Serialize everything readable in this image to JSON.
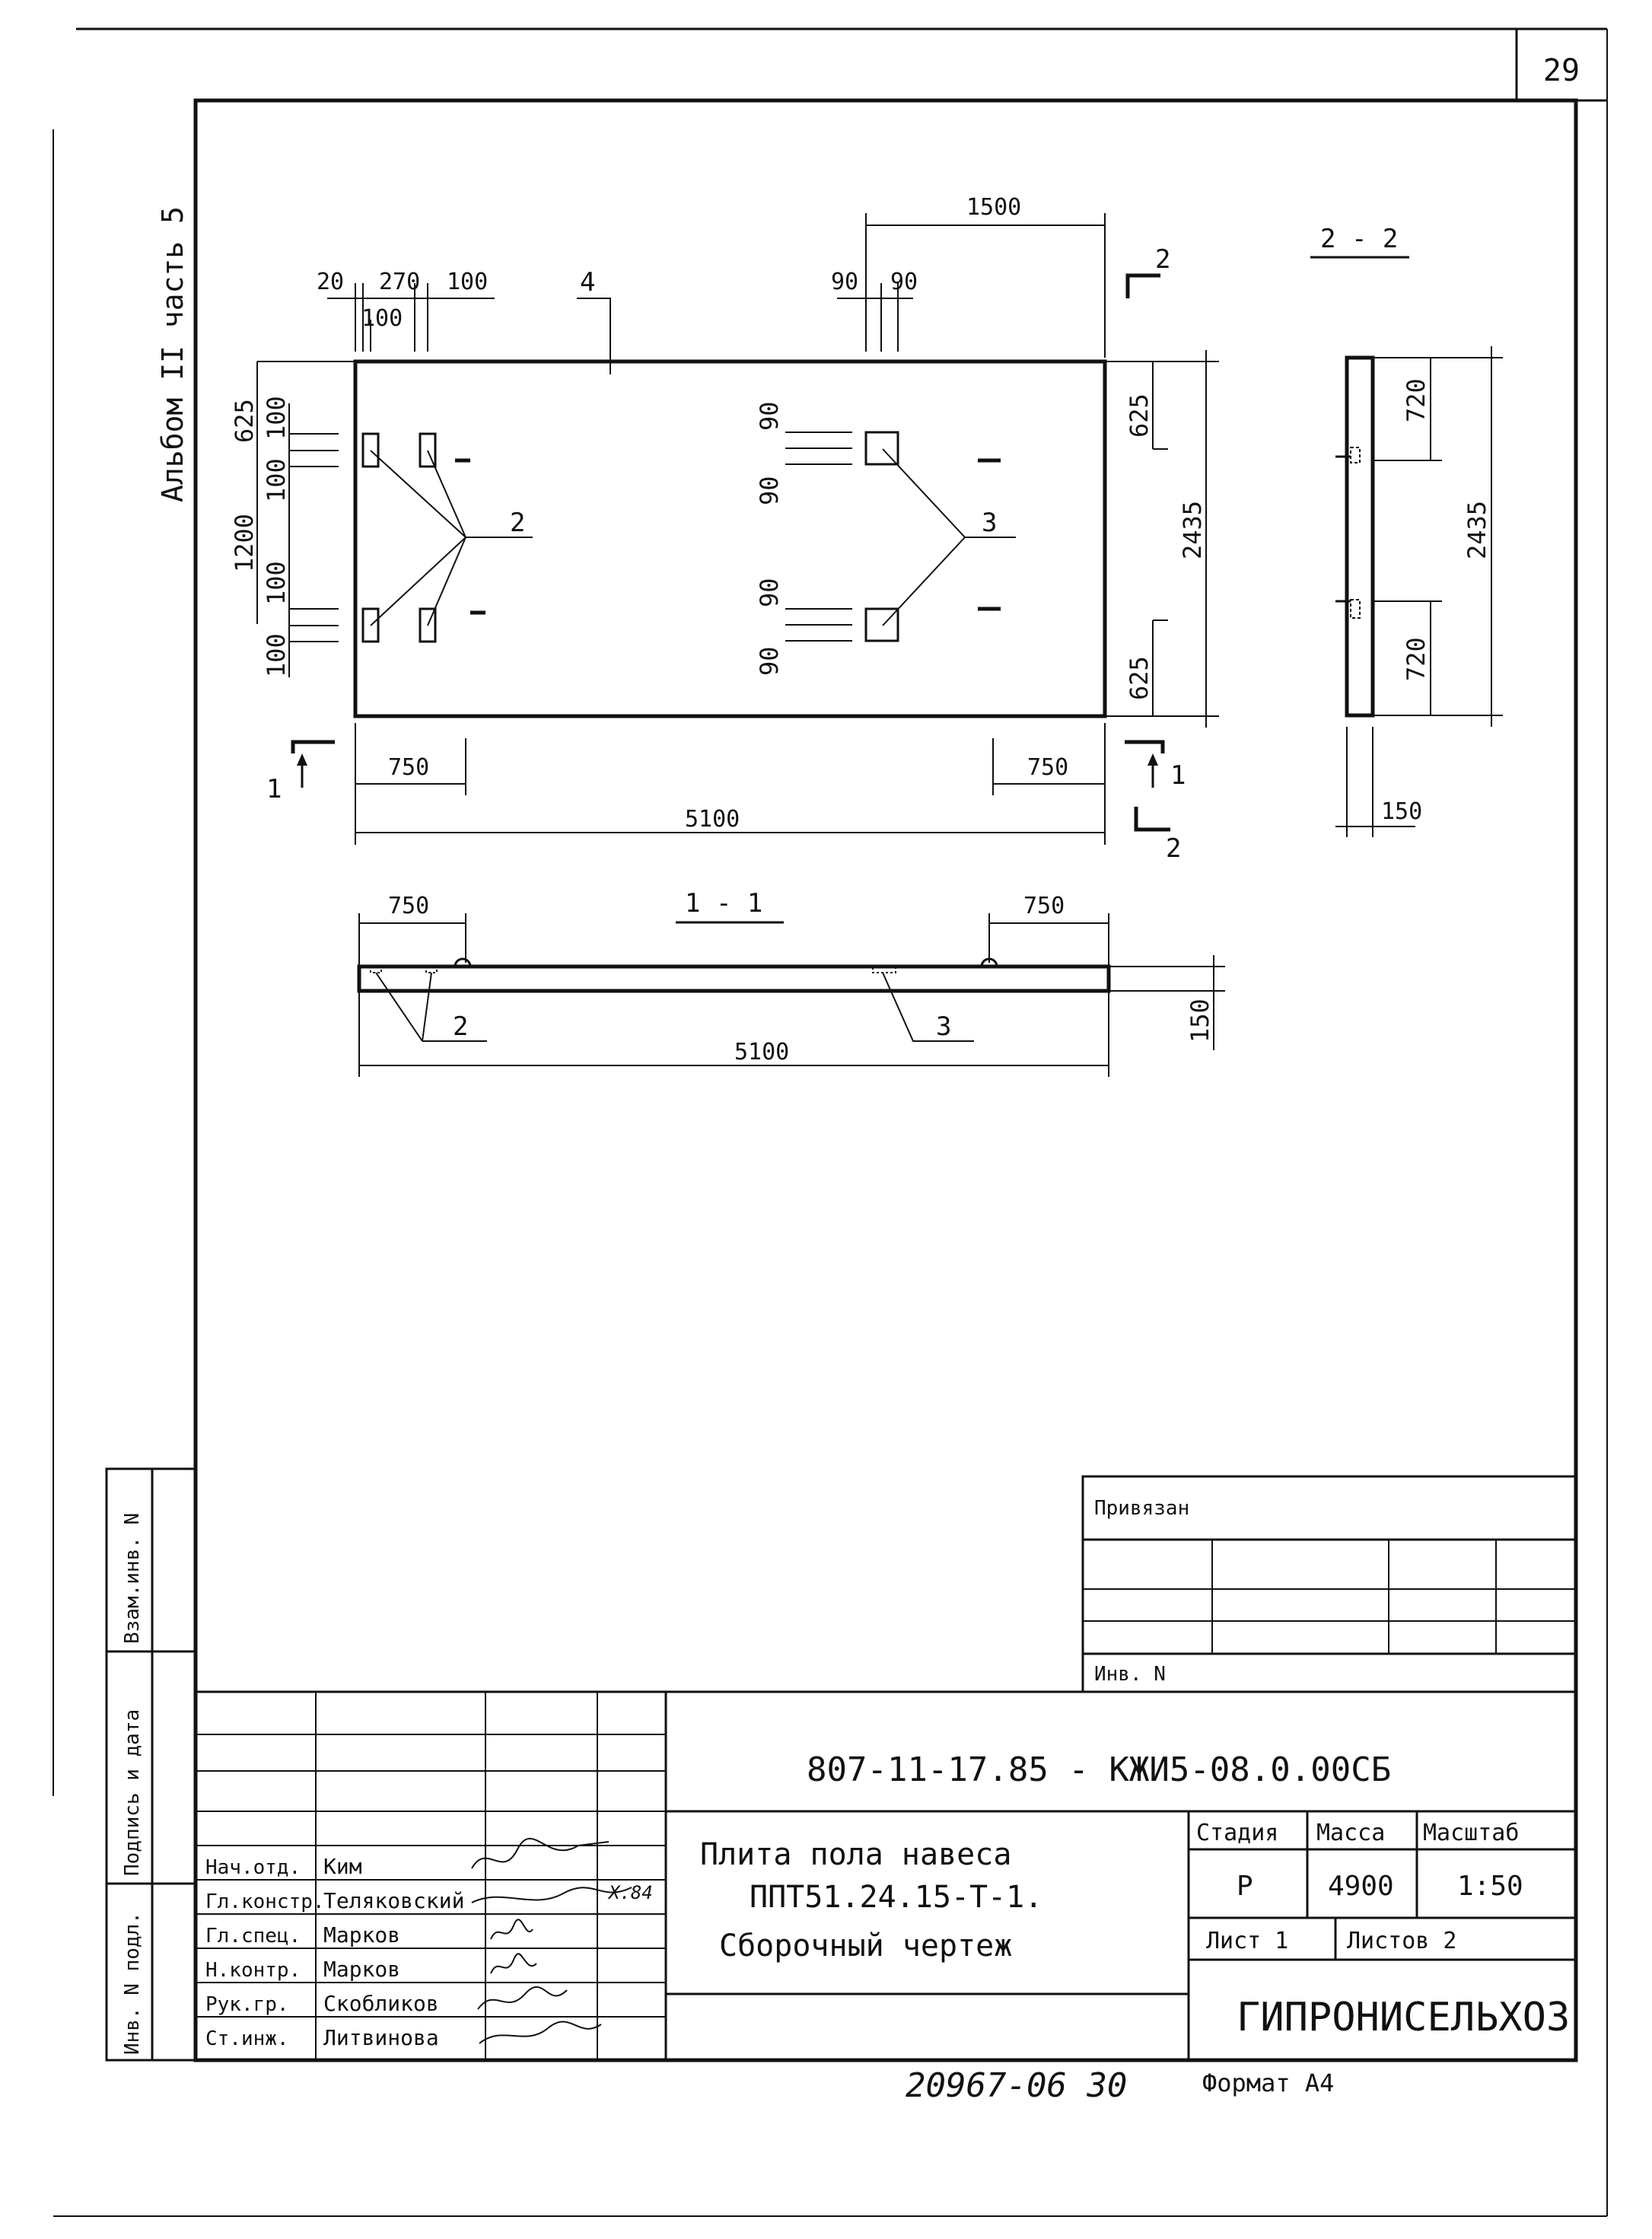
{
  "sheet_number": "29",
  "side_note": "Альбом II часть 5",
  "plan": {
    "top_dims": [
      "20",
      "270",
      "100",
      "100"
    ],
    "top_dims_right": [
      "90",
      "90",
      "1500"
    ],
    "leader_top": "4",
    "left_dims": [
      "625",
      "100",
      "100",
      "1200",
      "100",
      "100"
    ],
    "mid_left_dims": [
      "90",
      "90",
      "90",
      "90"
    ],
    "right_dims": [
      "625",
      "2435",
      "625"
    ],
    "bottom_dims": [
      "750",
      "750",
      "5100"
    ],
    "lead_2": "2",
    "lead_3": "3",
    "cut_1_left": "1",
    "cut_1_right": "1",
    "cut_2_top": "2",
    "cut_2_bottom": "2"
  },
  "section_22": {
    "title": "2 - 2",
    "dims": [
      "720",
      "2435",
      "720",
      "150"
    ]
  },
  "section_11": {
    "title": "1 - 1",
    "dims": [
      "750",
      "750",
      "5100",
      "150"
    ],
    "lead_2": "2",
    "lead_3": "3"
  },
  "side_stamp": {
    "vzam": "Взам.инв. N",
    "podpis": "Подпись и дата",
    "inv_podl": "Инв. N подл."
  },
  "privyazan": {
    "label": "Привязан",
    "inv": "Инв. N"
  },
  "title_block": {
    "designation": "807-11-17.85 - КЖИ5-08.0.00СБ",
    "title_lines": [
      "Плита пола навеса",
      "ППТ51.24.15-Т-1.",
      "Сборочный чертеж"
    ],
    "stage_label": "Стадия",
    "mass_label": "Масса",
    "scale_label": "Масштаб",
    "stage": "Р",
    "mass": "4900",
    "scale": "1:50",
    "sheet_label": "Лист 1",
    "sheets_label": "Листов 2",
    "org": "ГИПРОНИСЕЛЬХОЗ",
    "date_note": "X.84",
    "people": [
      {
        "role": "Нач.отд.",
        "name": "Ким",
        "signature": "Ким"
      },
      {
        "role": "Гл.констр.",
        "name": "Теляковский",
        "signature": "Теляковский"
      },
      {
        "role": "Гл.спец.",
        "name": "Марков",
        "signature": "Марков"
      },
      {
        "role": "Н.контр.",
        "name": "Марков",
        "signature": "Марков"
      },
      {
        "role": "Рук.гр.",
        "name": "Скобликов",
        "signature": "Скобликов"
      },
      {
        "role": "Ст.инж.",
        "name": "Литвинова",
        "signature": "Литвинова"
      }
    ]
  },
  "footer": {
    "handwritten_number": "20967-06 30",
    "format": "Формат А4"
  }
}
